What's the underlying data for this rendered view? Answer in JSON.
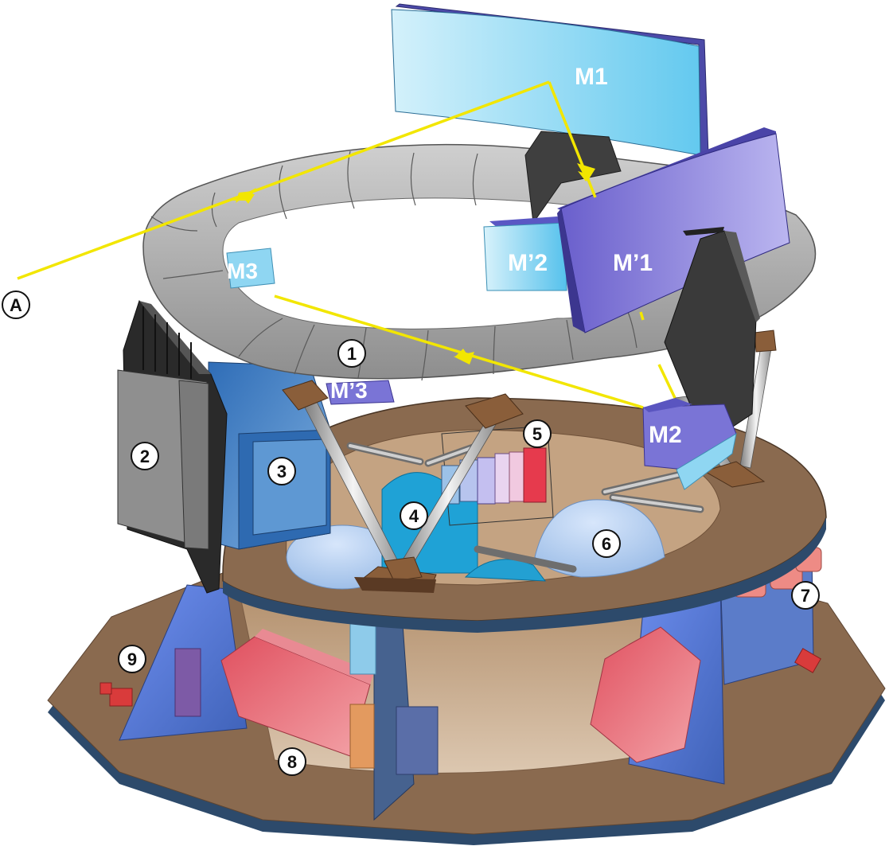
{
  "mirrors": {
    "m1": "M1",
    "m1p": "M’1",
    "m2": "M2",
    "m2p": "M’2",
    "m3": "M3",
    "m3p": "M’3"
  },
  "markers": {
    "a": "A",
    "n1": "1",
    "n2": "2",
    "n3": "3",
    "n4": "4",
    "n5": "5",
    "n6": "6",
    "n7": "7",
    "n8": "8",
    "n9": "9"
  },
  "colors": {
    "beam": "#f2e600",
    "deck": "#8a6a4f",
    "deck_edge": "#2d4a6b",
    "torus": "#a9a9a9",
    "mirror_light": "#8fd6f2",
    "mirror_violet": "#7a74d6"
  }
}
